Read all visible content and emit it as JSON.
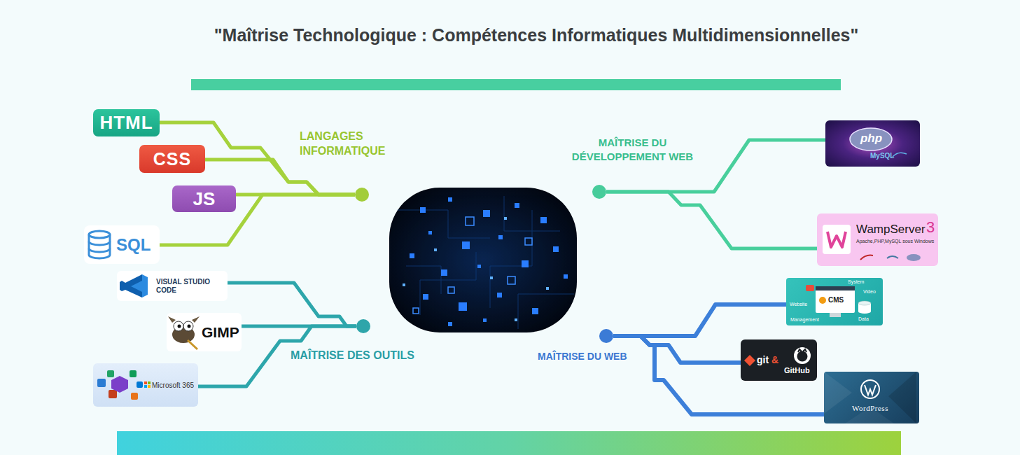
{
  "diagram": {
    "title": "\"Maîtrise Technologique : Compétences Informatiques Multidimensionnelles\"",
    "nodes": [
      {
        "text": [
          "LANGAGES INFORMATIQUE"
        ]
      },
      {
        "text": [
          "HTML"
        ]
      },
      {
        "text": [
          "CSS"
        ]
      },
      {
        "text": [
          "JS"
        ]
      },
      {
        "text": [
          "SQL"
        ]
      },
      {
        "text": [
          "MAÎTRISE DES OUTILS"
        ]
      },
      {
        "text": [
          "VISUAL STUDIO CODE"
        ]
      },
      {
        "text": [
          "GIMP"
        ]
      },
      {
        "text": [
          "Microsoft 365"
        ]
      },
      {
        "text": [
          "MAÎTRISE DU DÉVELOPPEMENT WEB"
        ]
      },
      {
        "text": [
          "php",
          "MySQL"
        ]
      },
      {
        "text": [
          "WampServer",
          "3",
          "Apache,PHP,MySQL sous Windows"
        ]
      },
      {
        "text": [
          "MAÎTRISE DU WEB"
        ]
      },
      {
        "text": [
          "CMS",
          "Website",
          "Management",
          "System",
          "Video",
          "Data"
        ]
      },
      {
        "text": [
          "git",
          "&",
          "GitHub"
        ]
      },
      {
        "text": [
          "WordPress"
        ]
      }
    ],
    "edges": [
      {
        "from": 0,
        "to": 1,
        "arrow": "none"
      },
      {
        "from": 0,
        "to": 2,
        "arrow": "none"
      },
      {
        "from": 0,
        "to": 3,
        "arrow": "none"
      },
      {
        "from": 0,
        "to": 4,
        "arrow": "none"
      },
      {
        "from": 5,
        "to": 6,
        "arrow": "none"
      },
      {
        "from": 5,
        "to": 7,
        "arrow": "none"
      },
      {
        "from": 5,
        "to": 8,
        "arrow": "none"
      },
      {
        "from": 9,
        "to": 10,
        "arrow": "none"
      },
      {
        "from": 9,
        "to": 11,
        "arrow": "none"
      },
      {
        "from": 12,
        "to": 13,
        "arrow": "none"
      },
      {
        "from": 12,
        "to": 14,
        "arrow": "none"
      },
      {
        "from": 12,
        "to": 15,
        "arrow": "none"
      }
    ]
  }
}
